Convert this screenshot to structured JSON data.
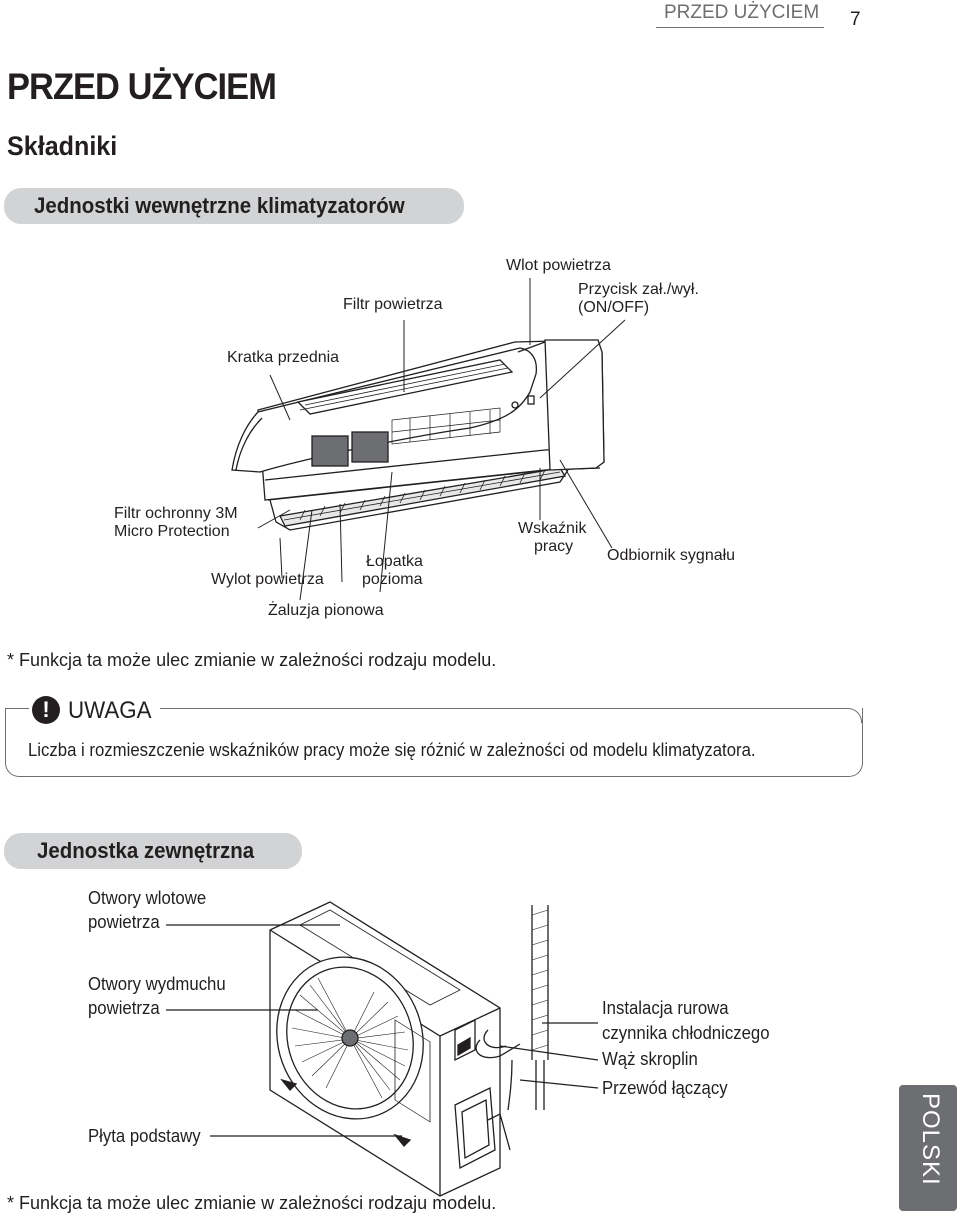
{
  "header": {
    "section": "PRZED UŻYCIEM",
    "page_number": "7"
  },
  "title": "PRZED UŻYCIEM",
  "subtitle": "Składniki",
  "indoor": {
    "heading": "Jednostki wewnętrzne klimatyzatorów",
    "labels": {
      "air_inlet": "Wlot powietrza",
      "air_filter": "Filtr powietrza",
      "onoff_1": "Przycisk zał./wył.",
      "onoff_2": "(ON/OFF)",
      "front_grille": "Kratka przednia",
      "micro_filter_1": "Filtr ochronny 3M",
      "micro_filter_2": "Micro Protection",
      "air_outlet": "Wylot powietrza",
      "flap_1": "Łopatka",
      "flap_2": "pozioma",
      "indicator_1": "Wskaźnik",
      "indicator_2": "pracy",
      "receiver": "Odbiornik sygnału",
      "louver": "Żaluzja pionowa"
    },
    "note": "* Funkcja ta może ulec zmianie w zależności rodzaju modelu."
  },
  "caution": {
    "icon": "exclamation-icon",
    "title": "UWAGA",
    "text": "Liczba i rozmieszczenie wskaźników pracy może się różnić w zależności od modelu klimatyzatora."
  },
  "outdoor": {
    "heading": "Jednostka zewnętrzna",
    "labels": {
      "inlet_1": "Otwory wlotowe",
      "inlet_2": "powietrza",
      "outlet_1": "Otwory wydmuchu",
      "outlet_2": "powietrza",
      "base": "Płyta podstawy",
      "piping_1": "Instalacja rurowa",
      "piping_2": "czynnika chłodniczego",
      "drain": "Wąż skroplin",
      "cable": "Przewód łączący"
    },
    "note": "* Funkcja ta może ulec zmianie w zależności rodzaju modelu."
  },
  "side_tab": "POLSKI"
}
